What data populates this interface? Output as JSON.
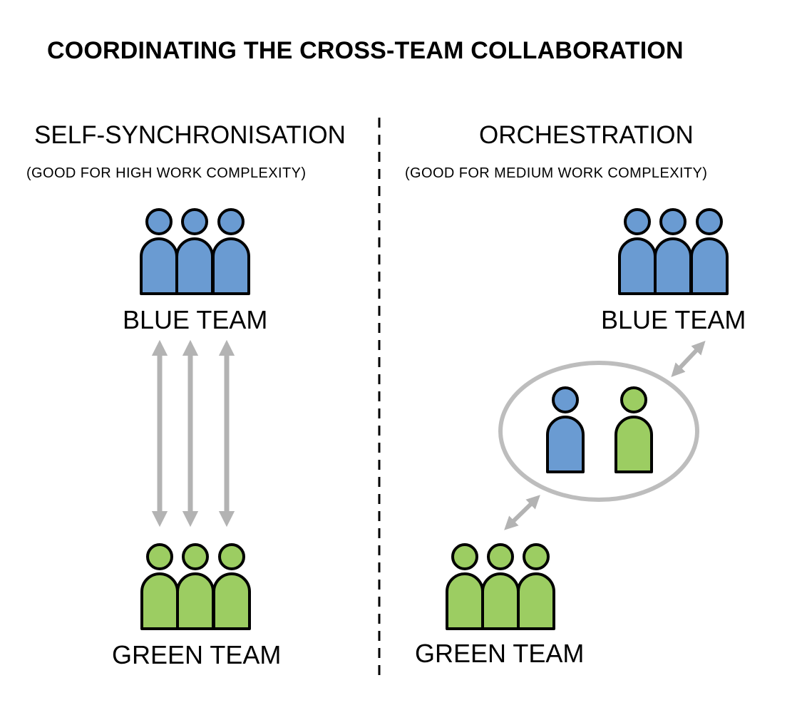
{
  "title": "COORDINATING THE CROSS-TEAM COLLABORATION",
  "left": {
    "heading": "SELF-SYNCHRONISATION",
    "subheading": "(GOOD FOR HIGH WORK COMPLEXITY)",
    "top_team": "BLUE TEAM",
    "bottom_team": "GREEN TEAM"
  },
  "right": {
    "heading": "ORCHESTRATION",
    "subheading": "(GOOD FOR MEDIUM WORK COMPLEXITY)",
    "top_team": "BLUE TEAM",
    "bottom_team": "GREEN TEAM"
  },
  "colors": {
    "blue": "#6a9bd2",
    "green": "#9ccd62",
    "arrow": "#b3b3b3",
    "outline": "#000000"
  },
  "icons": [
    "team-icon",
    "person-icon",
    "double-arrow-icon",
    "ellipse-group-icon"
  ]
}
